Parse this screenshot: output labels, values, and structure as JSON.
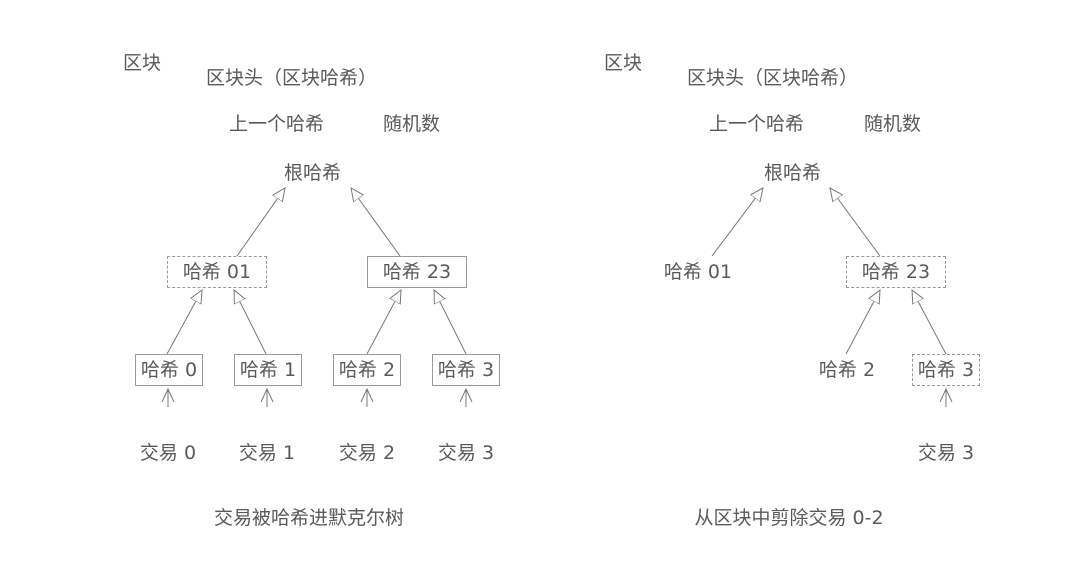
{
  "left": {
    "block_label": "区块",
    "header_label": "区块头（区块哈希）",
    "prev_hash": "上一个哈希",
    "nonce": "随机数",
    "root_hash": "根哈希",
    "hash01": "哈希 01",
    "hash23": "哈希 23",
    "hash0": "哈希 0",
    "hash1": "哈希 1",
    "hash2": "哈希 2",
    "hash3": "哈希 3",
    "tx0": "交易 0",
    "tx1": "交易 1",
    "tx2": "交易 2",
    "tx3": "交易 3",
    "caption": "交易被哈希进默克尔树"
  },
  "right": {
    "block_label": "区块",
    "header_label": "区块头（区块哈希）",
    "prev_hash": "上一个哈希",
    "nonce": "随机数",
    "root_hash": "根哈希",
    "hash01": "哈希 01",
    "hash23": "哈希 23",
    "hash2": "哈希 2",
    "hash3": "哈希 3",
    "tx3": "交易 3",
    "caption": "从区块中剪除交易 0-2"
  }
}
